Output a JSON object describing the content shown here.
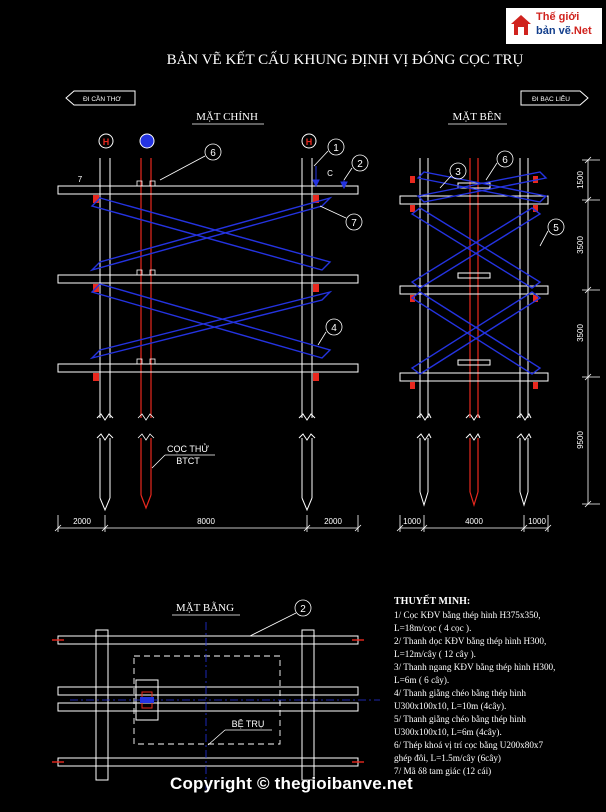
{
  "logo": {
    "line1": "Thế giới",
    "line2a": "bản vẽ",
    "line2b": ".Net"
  },
  "title": "BẢN VẼ KẾT CẤU KHUNG ĐỊNH VỊ ĐÓNG CỌC TRỤ",
  "directions": {
    "left": "ĐI CẦN THƠ",
    "right": "ĐI BẠC LIÊU"
  },
  "views": {
    "front": "MẶT CHÍNH",
    "side": "MẶT BÊN",
    "plan": "MẶT BẰNG"
  },
  "markers": {
    "h": "H",
    "c": "C",
    "n1": "1",
    "n2": "2",
    "n3": "3",
    "n4": "4",
    "n5": "5",
    "n6": "6",
    "n7": "7"
  },
  "front": {
    "pile_label1": "CỌC THỬ",
    "pile_label2": "BTCT",
    "dims": [
      "2000",
      "8000",
      "2000"
    ]
  },
  "side": {
    "dims_bottom": [
      "1000",
      "4000",
      "1000"
    ],
    "dims_right": [
      "1500",
      "3500",
      "3500",
      "9500"
    ]
  },
  "plan": {
    "pier_label": "BỆ TRỤ"
  },
  "notes": {
    "heading": "THUYẾT MINH:",
    "lines": [
      "1/ Cọc KĐV bằng thép hình H375x350,",
      "L=18m/cọc ( 4 cọc ).",
      "2/ Thanh dọc KĐV bằng thép hình H300,",
      "L=12m/cây ( 12 cây ).",
      "3/ Thanh ngang KĐV bằng thép hình H300,",
      "L=6m ( 6 cây).",
      "4/ Thanh giằng chéo bằng thép hình",
      "U300x100x10, L=10m (4cây).",
      "5/ Thanh giằng chéo bằng thép hình",
      "U300x100x10, L=6m (4cây).",
      "6/ Thép khoá vị trí cọc bằng U200x80x7",
      "ghép đôi, L=1.5m/cây (6cây)",
      "7/ Mã δ8 tam giác (12 cái)"
    ]
  },
  "copyright": "Copyright © thegioibanve.net",
  "colors": {
    "beam": "#ffffff",
    "brace": "#2433e0",
    "pile": "#e8281e",
    "dim": "#ffffff",
    "logo_red": "#d0231e",
    "logo_blue": "#123e8c"
  }
}
